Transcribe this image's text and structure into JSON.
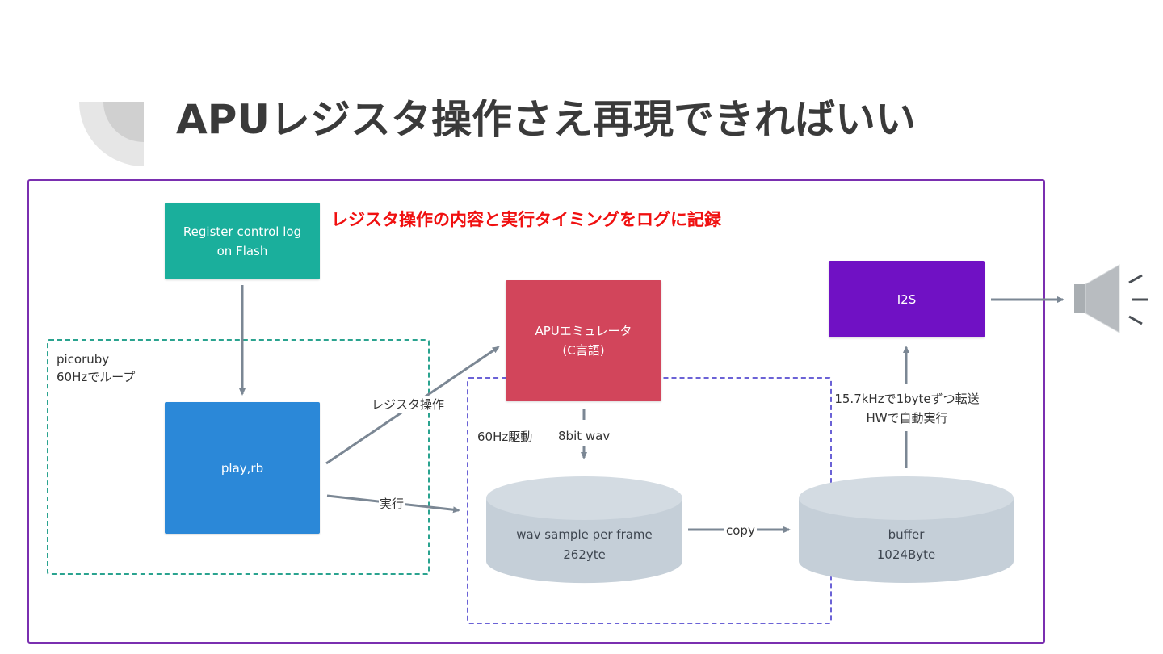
{
  "slide": {
    "title": "APUレジスタ操作さえ再現できればいい"
  },
  "diagram": {
    "annotation": "レジスタ操作の内容と実行タイミングをログに記録",
    "nodes": {
      "register_log": {
        "line1": "Register control log",
        "line2": "on Flash"
      },
      "play_rb": {
        "label": "play,rb"
      },
      "apu_emulator": {
        "line1": "APUエミュレータ",
        "line2": "(C言語)"
      },
      "i2s": {
        "label": "I2S"
      },
      "wav_buffer": {
        "line1": "wav sample per frame",
        "line2": "262yte"
      },
      "buffer": {
        "line1": "buffer",
        "line2": "1024Byte"
      }
    },
    "groups": {
      "picoruby": {
        "line1": "picoruby",
        "line2": "60Hzでループ"
      },
      "drive": {
        "label": "60Hz駆動"
      }
    },
    "edges": {
      "register_op": "レジスタ操作",
      "execute": "実行",
      "wav8": "8bit wav",
      "copy": "copy",
      "transfer_line1": "15.7kHzで1byteずつ転送",
      "transfer_line2": "HWで自動実行"
    },
    "colors": {
      "teal": "#1aaf9c",
      "red": "#d2455b",
      "purple": "#7011c4",
      "blue": "#2b88d8",
      "cylinder": "#c5cfd8",
      "arrow": "#7b8794",
      "annotation": "#f01010"
    },
    "icons": {
      "speaker": "speaker-icon"
    }
  }
}
